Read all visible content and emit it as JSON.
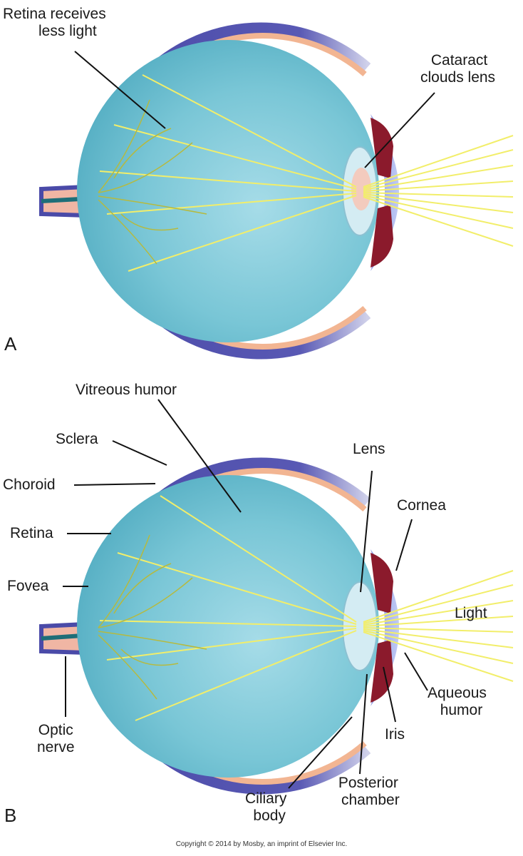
{
  "panel_a": {
    "letter": "A",
    "labels": {
      "retina_receives": [
        "Retina receives",
        "less light"
      ],
      "cataract": [
        "Cataract",
        "clouds lens"
      ]
    }
  },
  "panel_b": {
    "letter": "B",
    "labels": {
      "vitreous_humor": "Vitreous humor",
      "sclera": "Sclera",
      "choroid": "Choroid",
      "retina": "Retina",
      "fovea": "Fovea",
      "optic_nerve": [
        "Optic",
        "nerve"
      ],
      "lens": "Lens",
      "cornea": "Cornea",
      "light": "Light",
      "aqueous_humor": [
        "Aqueous",
        "humor"
      ],
      "iris": "Iris",
      "posterior_chamber": [
        "Posterior",
        "chamber"
      ],
      "ciliary_body": [
        "Ciliary",
        "body"
      ]
    }
  },
  "copyright": "Copyright © 2014 by Mosby, an imprint of Elsevier Inc.",
  "colors": {
    "sclera_outer": "#4a4aa8",
    "choroid": "#f2b592",
    "vitreous": "#6cc0d2",
    "lens": "#d4ecf3",
    "iris": "#8b1a2c",
    "light_ray": "#f2ee6a",
    "vessels": "#b6ba3e",
    "nerve": "#f0b6a4"
  }
}
